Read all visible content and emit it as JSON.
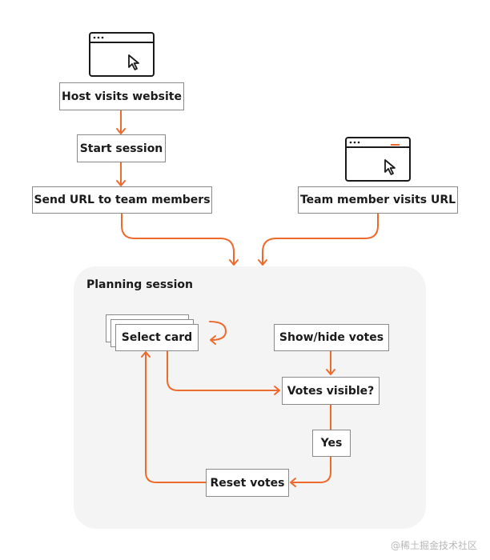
{
  "colors": {
    "accent": "#ee6a2c",
    "panel": "#f4f4f4",
    "border": "#8a8a8a",
    "text": "#1a1a1a"
  },
  "icons": {
    "host_browser": "browser-window-cursor-icon",
    "member_browser": "browser-window-cursor-icon"
  },
  "flow": {
    "host_visits": "Host visits website",
    "start_session": "Start session",
    "send_url": "Send URL to team members",
    "member_visits": "Team member visits URL"
  },
  "session": {
    "title": "Planning session",
    "select_card": "Select card",
    "show_hide_votes": "Show/hide votes",
    "votes_visible": "Votes visible?",
    "yes": "Yes",
    "reset_votes": "Reset votes"
  },
  "watermark": "@稀土掘金技术社区"
}
